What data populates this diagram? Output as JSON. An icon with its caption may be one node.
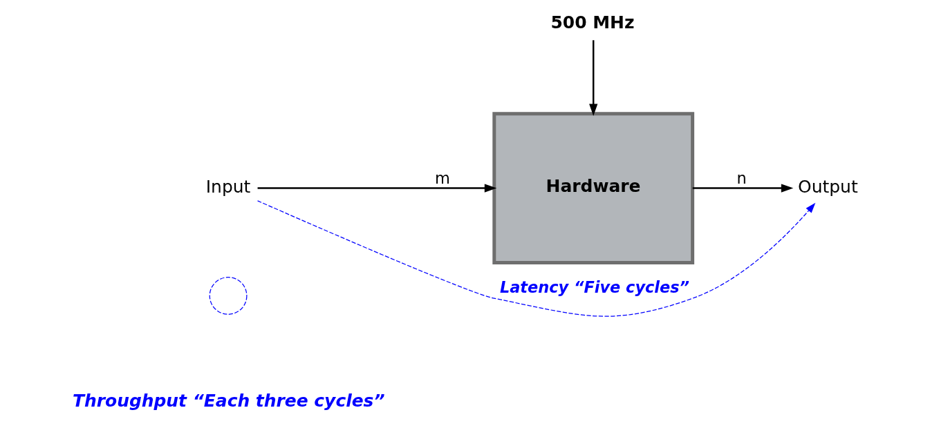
{
  "diagram": {
    "nodes": [
      {
        "text": [
          "500 MHz"
        ]
      },
      {
        "text": [
          "Hardware"
        ]
      },
      {
        "text": [
          "Input"
        ]
      },
      {
        "text": [
          "Output"
        ]
      },
      {
        "text": [],
        "shape": "circle"
      }
    ],
    "edges": [
      {
        "from": 0,
        "to": 1,
        "arrow": "to"
      },
      {
        "from": 2,
        "to": 1,
        "arrow": "to",
        "label": "m"
      },
      {
        "from": 1,
        "to": 3,
        "arrow": "to",
        "label": "n"
      },
      {
        "from": 2,
        "to": 3,
        "arrow": "to",
        "label": "Latency “Five cycles”",
        "style": "dashed",
        "color": "#0000ff"
      }
    ],
    "labels": [
      "Throughput “Each three cycles”"
    ]
  }
}
